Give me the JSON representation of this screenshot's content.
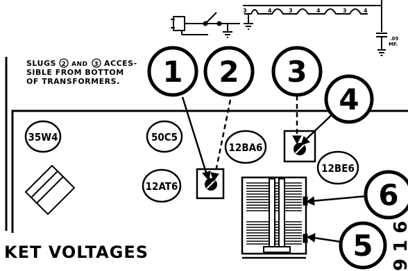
{
  "note": {
    "line1_prefix": "SLUGS",
    "slug_a": "2",
    "line1_mid": "AND",
    "slug_b": "3",
    "line1_suffix": "ACCES-",
    "line2": "SIBLE FROM BOTTOM",
    "line3": "OF TRANSFORMERS."
  },
  "heading": "KET VOLTAGES",
  "capacitor_label": {
    "value": ".05",
    "unit": "MF."
  },
  "schematic_pins": [
    "3",
    "4",
    "3",
    "4",
    "3",
    "4"
  ],
  "edge_text": "9 1 6",
  "tubes": [
    {
      "id": "35w4",
      "label": "35W4"
    },
    {
      "id": "50c5",
      "label": "50C5"
    },
    {
      "id": "12ba6",
      "label": "12BA6"
    },
    {
      "id": "12be6",
      "label": "12BE6"
    },
    {
      "id": "12at6",
      "label": "12AT6"
    }
  ],
  "callouts": [
    "1",
    "2",
    "3",
    "4",
    "5",
    "6"
  ],
  "colors": {
    "ink": "#000000",
    "paper": "#ffffff"
  }
}
